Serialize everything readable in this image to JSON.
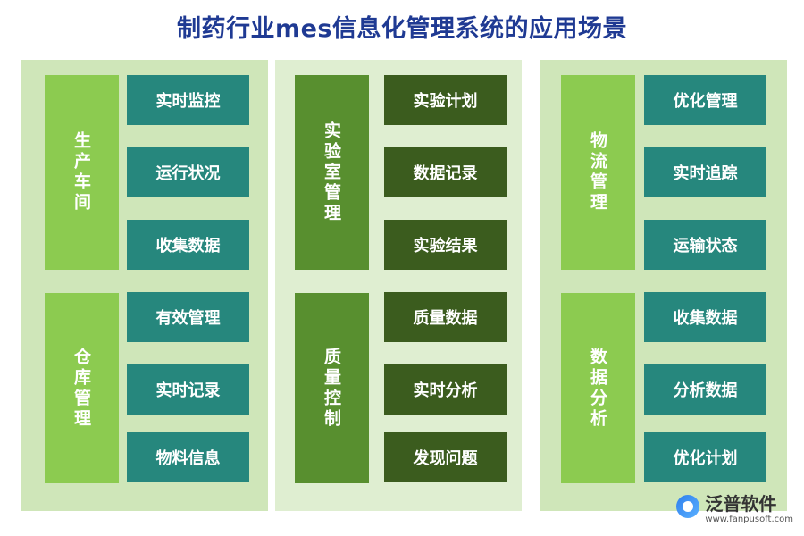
{
  "title": "制药行业mes信息化管理系统的应用场景",
  "panels": [
    {
      "groups": [
        {
          "category": "生产车间",
          "items": [
            "实时监控",
            "运行状况",
            "收集数据"
          ]
        },
        {
          "category": "仓库管理",
          "items": [
            "有效管理",
            "实时记录",
            "物料信息"
          ]
        }
      ]
    },
    {
      "groups": [
        {
          "category": "实验室管理",
          "items": [
            "实验计划",
            "数据记录",
            "实验结果"
          ]
        },
        {
          "category": "质量控制",
          "items": [
            "质量数据",
            "实时分析",
            "发现问题"
          ]
        }
      ]
    },
    {
      "groups": [
        {
          "category": "物流管理",
          "items": [
            "优化管理",
            "实时追踪",
            "运输状态"
          ]
        },
        {
          "category": "数据分析",
          "items": [
            "收集数据",
            "分析数据",
            "优化计划"
          ]
        }
      ]
    }
  ],
  "logo": {
    "name": "泛普软件",
    "url": "www.fanpusoft.com",
    "icon": "fanpu-logo-icon"
  },
  "colors": {
    "title": "#1f3a93",
    "panel_bg": "#cfe6b9",
    "panel_bg_center": "#dfeed1",
    "category_light": "#8ccb50",
    "category_dark": "#588f2f",
    "item_teal": "#26877d",
    "item_olive": "#3b5c1e"
  }
}
